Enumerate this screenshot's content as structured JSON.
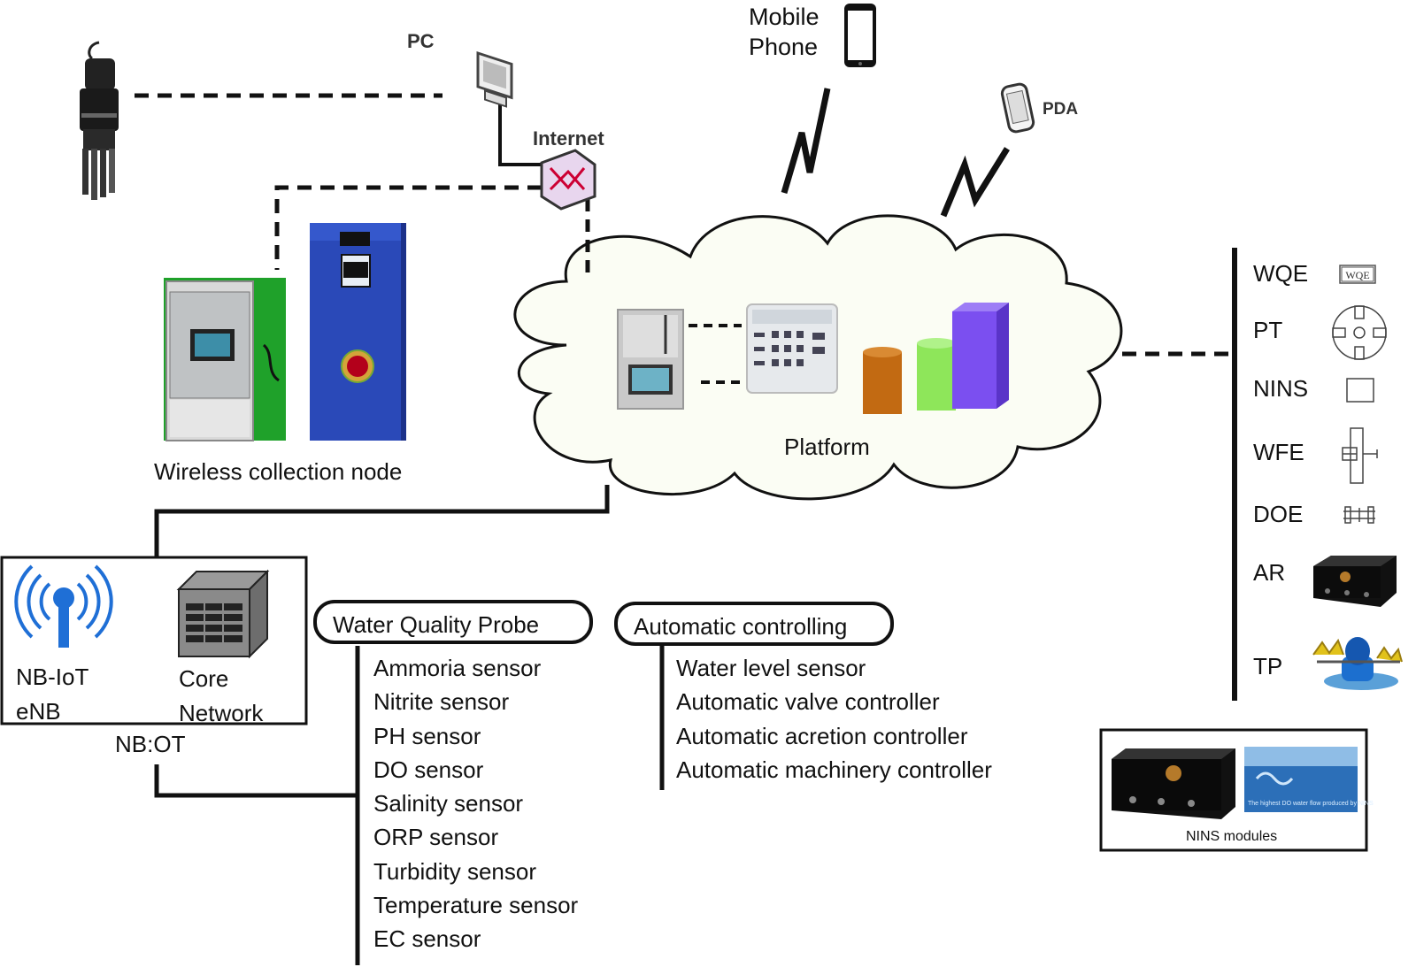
{
  "labels": {
    "pc": "PC",
    "mobile_phone": "Mobile\nPhone",
    "pda": "PDA",
    "internet": "Internet",
    "wireless_node": "Wireless collection node",
    "platform": "Platform",
    "nb_iot_enb": "NB-IoT\neNB",
    "core_network": "Core\nNetwork",
    "nb_ot": "NB:OT",
    "nins_modules": "NINS modules",
    "nins_photo_caption": "The highest DO water flow produced by NINS"
  },
  "water_quality_probe": {
    "title": "Water Quality Probe",
    "items": [
      "Ammoria sensor",
      "Nitrite sensor",
      "PH sensor",
      "DO sensor",
      "Salinity sensor",
      "ORP sensor",
      "Turbidity sensor",
      "Temperature sensor",
      "EC sensor"
    ]
  },
  "automatic_controlling": {
    "title": "Automatic controlling",
    "items": [
      "Water level sensor",
      "Automatic valve controller",
      "Automatic acretion controller",
      "Automatic machinery controller"
    ]
  },
  "equipment_legend": [
    {
      "code": "WQE",
      "icon": "wqe-box-icon",
      "icon_text": "WQE"
    },
    {
      "code": "PT",
      "icon": "pump-turbine-icon"
    },
    {
      "code": "NINS",
      "icon": "square-icon"
    },
    {
      "code": "WFE",
      "icon": "wfe-icon"
    },
    {
      "code": "DOE",
      "icon": "doe-icon"
    },
    {
      "code": "AR",
      "icon": "aerator-photo-icon"
    },
    {
      "code": "TP",
      "icon": "paddlewheel-photo-icon"
    }
  ],
  "colors": {
    "signal_blue": "#1f6fd6",
    "node_blue": "#2a49b8",
    "enclosure_green": "#1fa12a",
    "bar_orange": "#c26a12",
    "bar_green": "#8ee65a",
    "bar_purple": "#7b4ff0",
    "cloud_fill": "#fbfdf4"
  }
}
